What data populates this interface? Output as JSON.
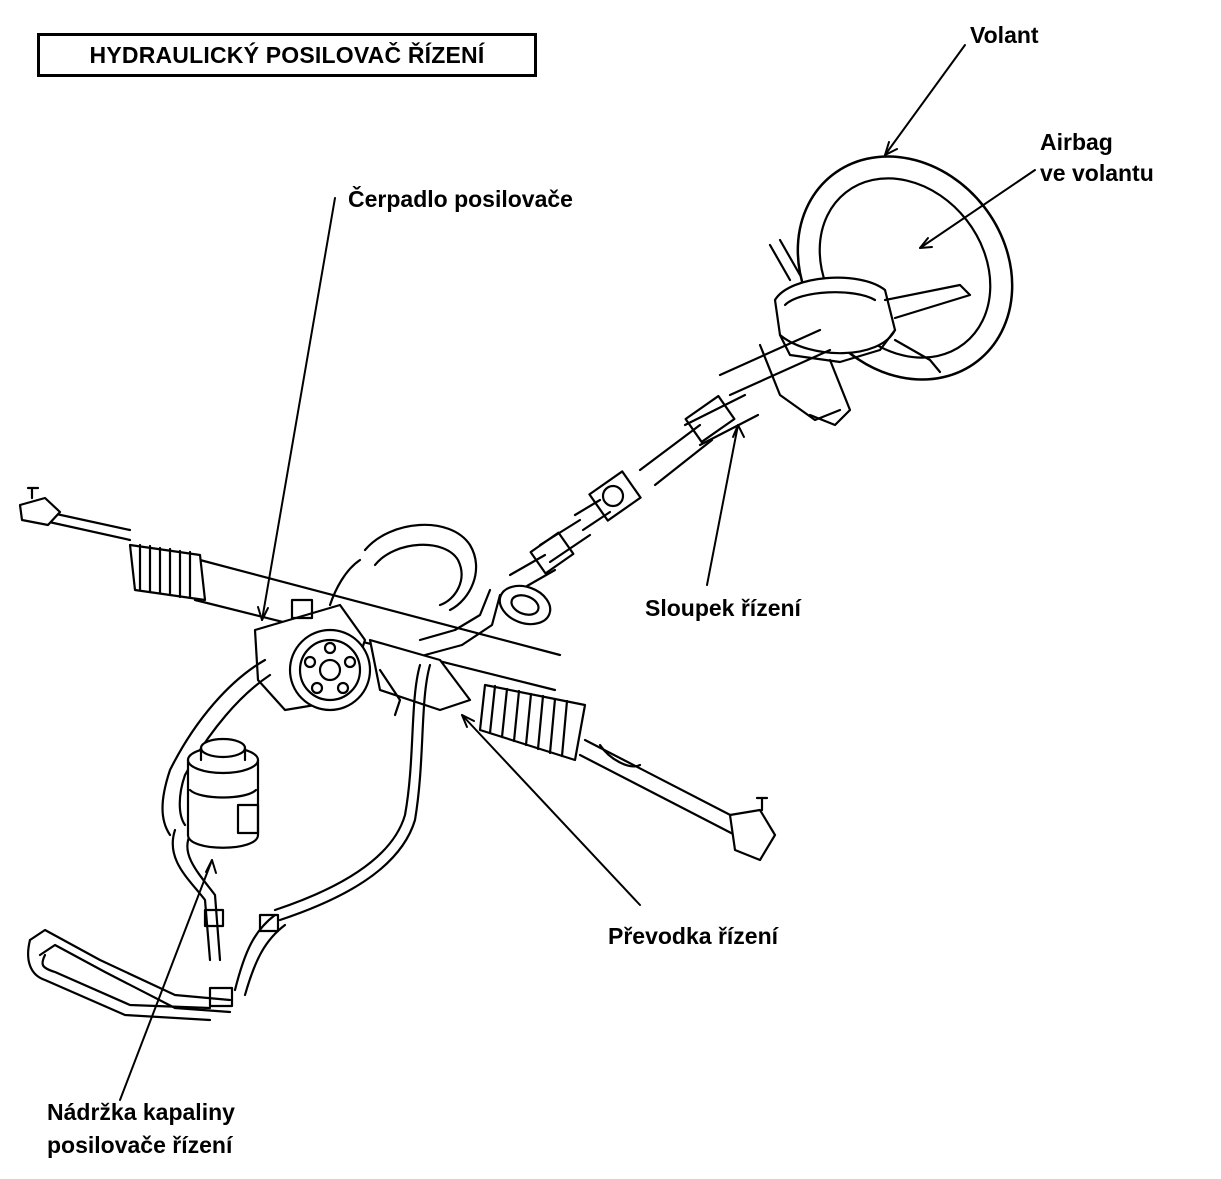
{
  "title": "HYDRAULICKÝ POSILOVAČ ŘÍZENÍ",
  "labels": {
    "volant": "Volant",
    "airbag_line1": "Airbag",
    "airbag_line2": "ve volantu",
    "pump": "Čerpadlo posilovače",
    "column": "Sloupek řízení",
    "gear": "Převodka řízení",
    "reservoir_line1": "Nádržka kapaliny",
    "reservoir_line2": "posilovače řízení"
  },
  "colors": {
    "ink": "#000000",
    "paper": "#ffffff"
  }
}
